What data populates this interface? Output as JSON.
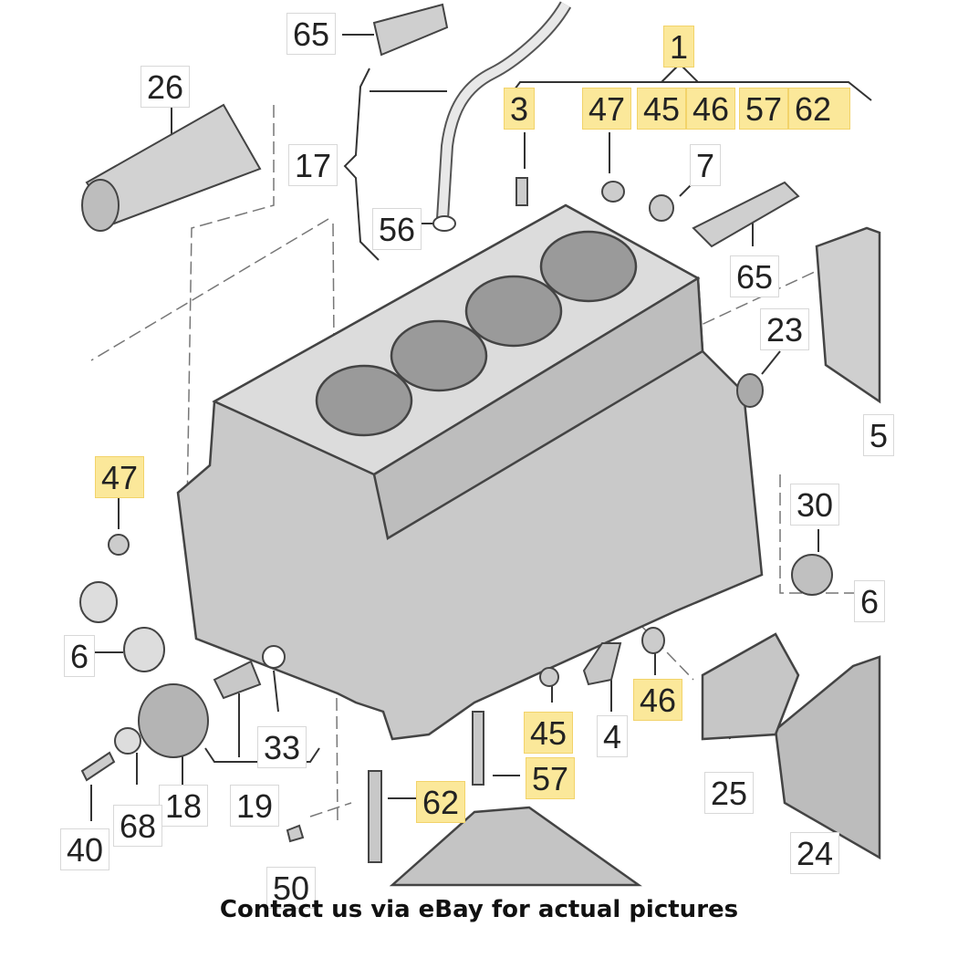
{
  "footer_text": "Contact us via eBay for actual pictures",
  "highlight_color": "#fbe89a",
  "labels": {
    "l65a": "65",
    "l26": "26",
    "l1": "1",
    "l3": "3",
    "l47a": "47",
    "l45a": "45",
    "l46a": "46",
    "l57a": "57",
    "l62a": "62",
    "l17": "17",
    "l7": "7",
    "l56": "56",
    "l65b": "65",
    "l23": "23",
    "l5": "5",
    "l47b": "47",
    "l30": "30",
    "l6a": "6",
    "l6b": "6",
    "l46b": "46",
    "l45b": "45",
    "l4": "4",
    "l33": "33",
    "l57b": "57",
    "l25": "25",
    "l18": "18",
    "l19": "19",
    "l62b": "62",
    "l68": "68",
    "l40": "40",
    "l24": "24",
    "l50": "50"
  }
}
